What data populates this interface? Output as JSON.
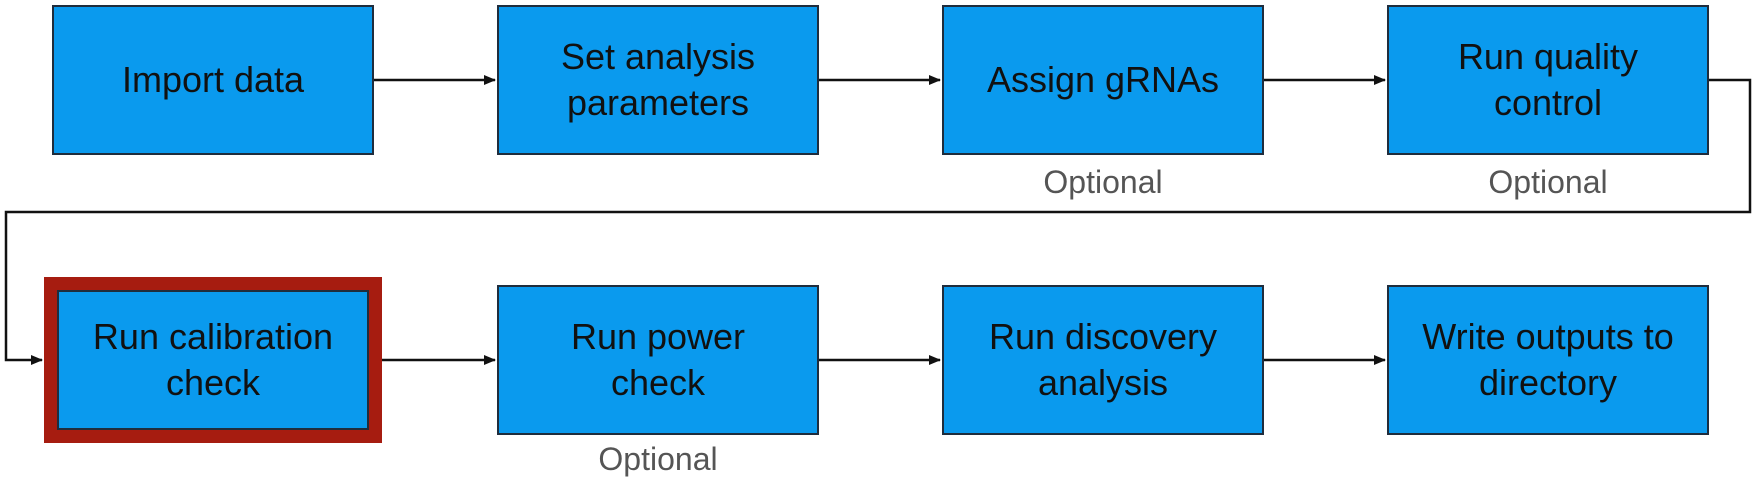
{
  "diagram": {
    "steps": [
      {
        "label": "Import data",
        "note": ""
      },
      {
        "label": "Set analysis parameters",
        "note": ""
      },
      {
        "label": "Assign gRNAs",
        "note": "Optional"
      },
      {
        "label": "Run quality control",
        "note": "Optional"
      },
      {
        "label": "Run calibration check",
        "note": "",
        "highlighted": true
      },
      {
        "label": "Run power check",
        "note": "Optional"
      },
      {
        "label": "Run discovery analysis",
        "note": ""
      },
      {
        "label": "Write outputs to directory",
        "note": ""
      }
    ],
    "colors": {
      "box_fill": "#0a9aee",
      "highlight_border": "#a61c10",
      "arrow": "#111111",
      "note_text": "#555555"
    }
  }
}
